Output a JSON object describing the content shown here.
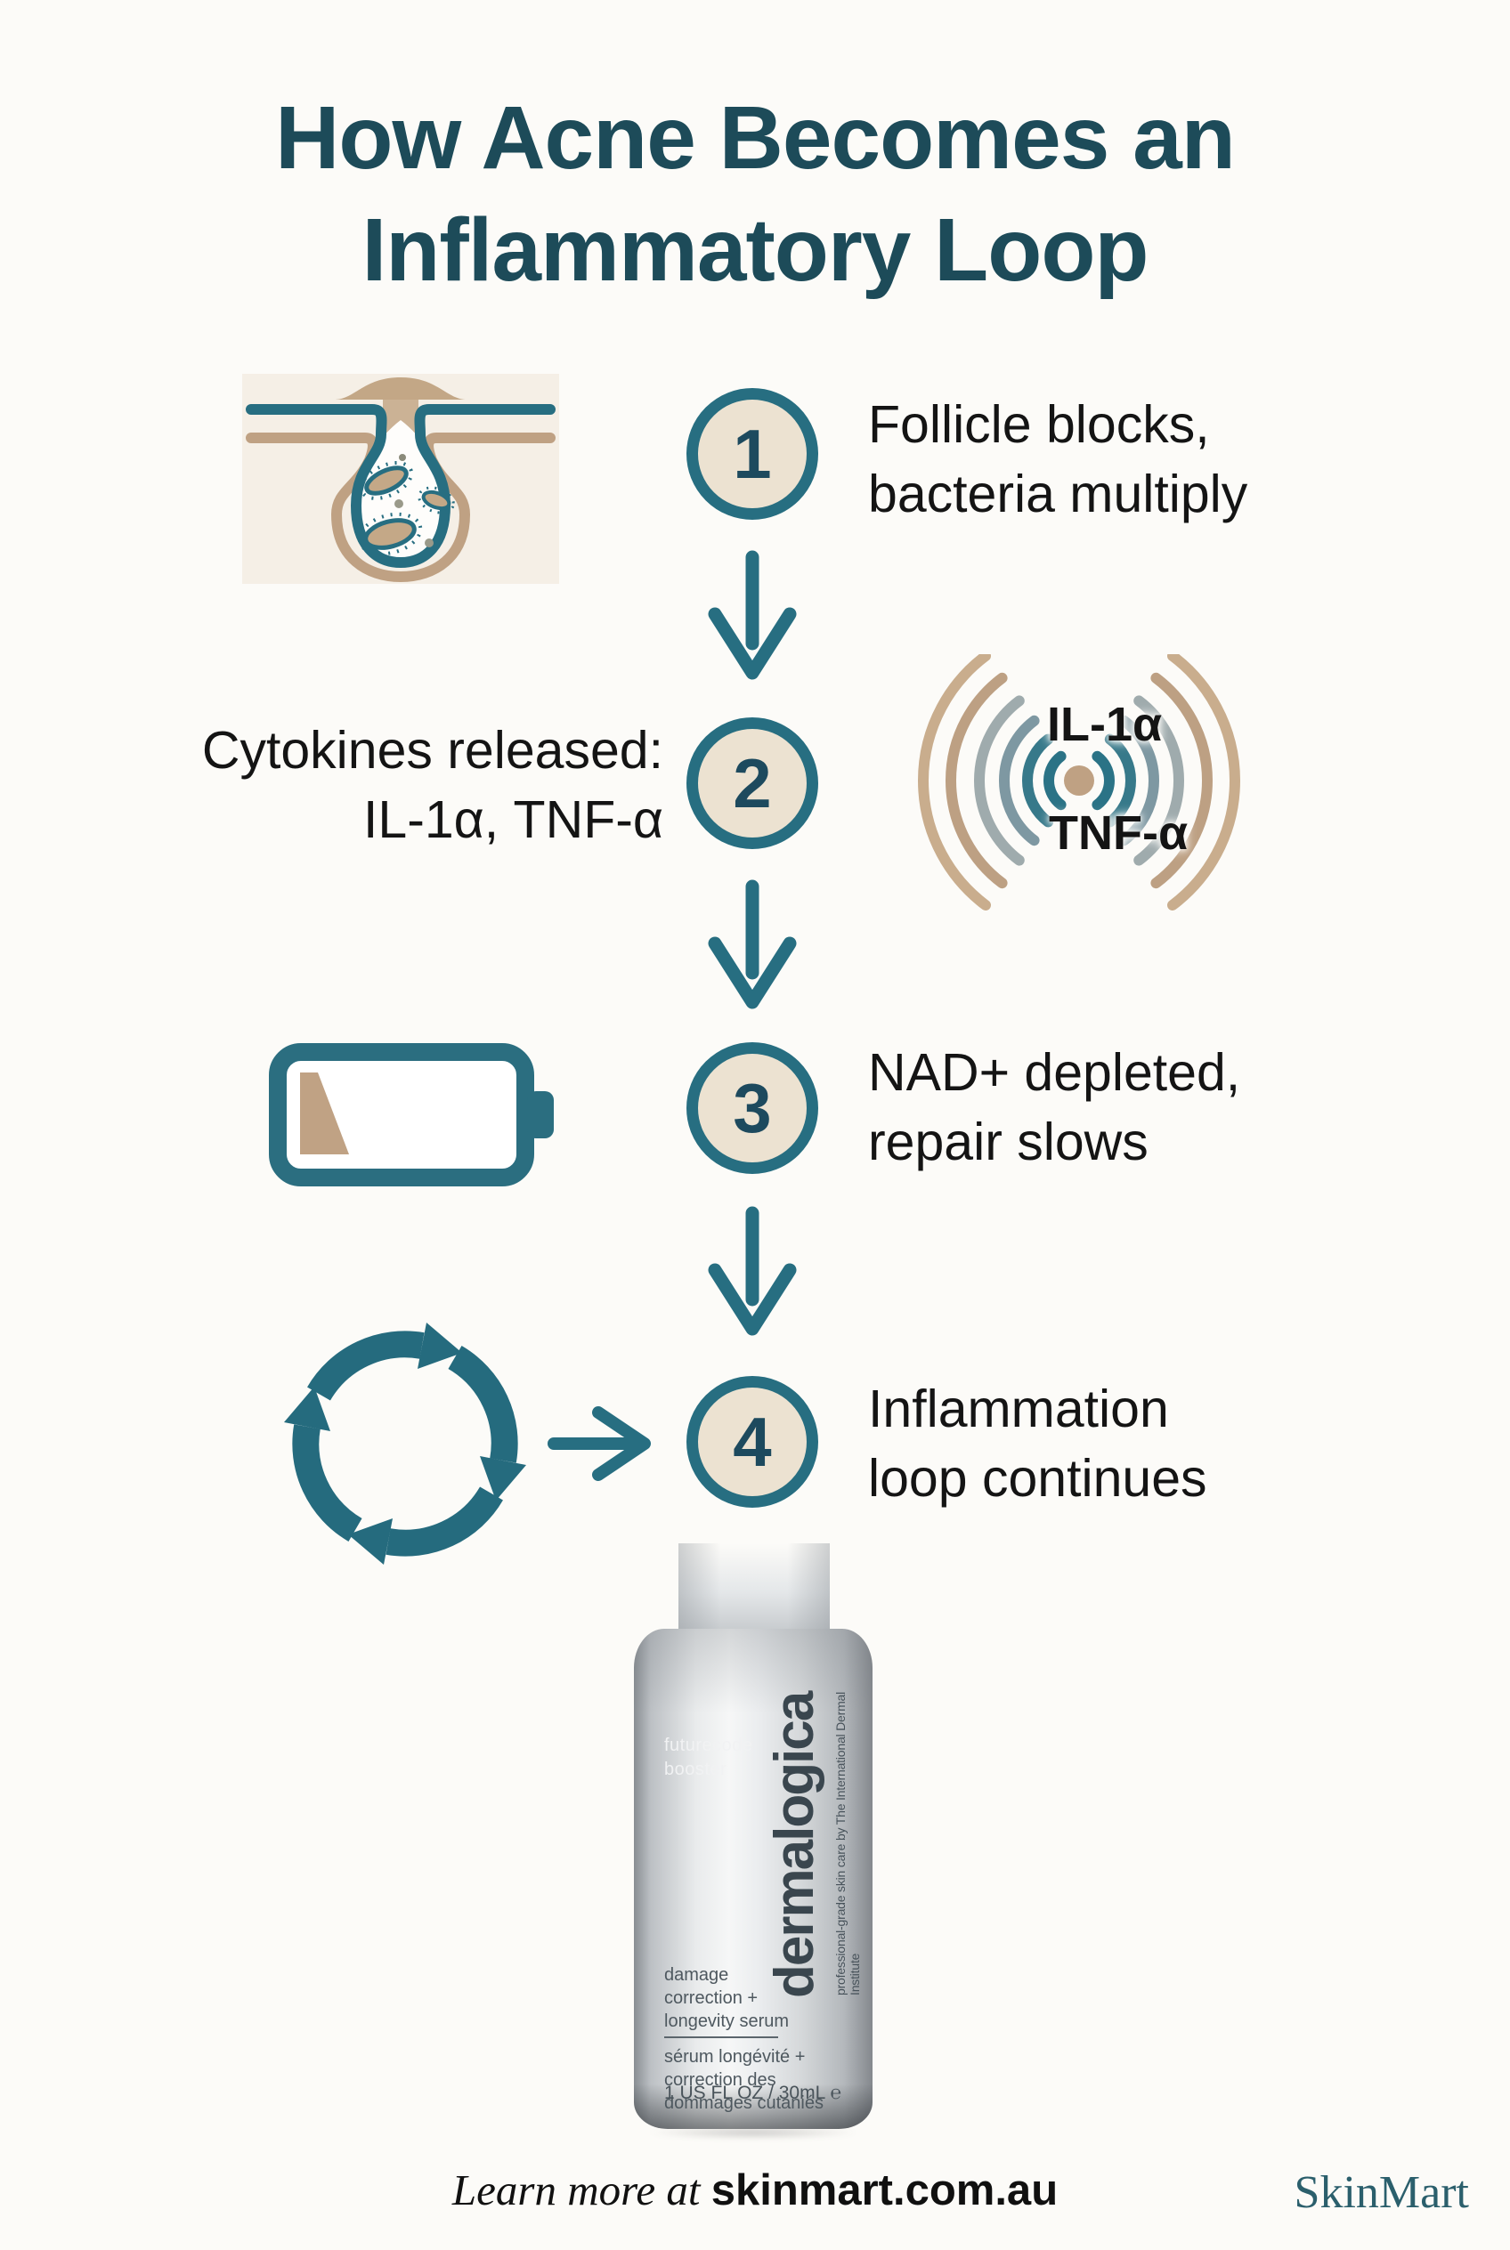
{
  "title": {
    "line1": "How Acne Becomes an",
    "line2": "Inflammatory Loop"
  },
  "steps": [
    {
      "number": "1",
      "line1": "Follicle blocks,",
      "line2": "bacteria multiply",
      "icon": "follicle-icon"
    },
    {
      "number": "2",
      "line1": "Cytokines released:",
      "line2": "IL-1α, TNF-α",
      "icon": "cytokine-signal-icon"
    },
    {
      "number": "3",
      "line1": "NAD+ depleted,",
      "line2": "repair slows",
      "icon": "battery-low-icon"
    },
    {
      "number": "4",
      "line1": "Inflammation",
      "line2": "loop continues",
      "icon": "loop-arrows-icon"
    }
  ],
  "cytokine_icon": {
    "label_top": "IL-1α",
    "label_bottom": "TNF-α"
  },
  "product": {
    "name_line1": "futurecode",
    "name_line2": "booster",
    "brand": "dermalogica",
    "brand_tagline": "professional-grade skin care by The International Dermal Institute",
    "desc_en_line1": "damage",
    "desc_en_line2": "correction +",
    "desc_en_line3": "longevity serum",
    "desc_fr_line1": "sérum longévité +",
    "desc_fr_line2": "correction des",
    "desc_fr_line3": "dommages cutaniés",
    "volume": "1 US FL OZ / 30mL ℮"
  },
  "footer": {
    "learn_more_prefix": "Learn more at ",
    "learn_more_link": "skinmart.com.au",
    "brand": "SkinMart"
  },
  "colors": {
    "teal": "#276e81",
    "title_teal": "#1d4b59",
    "number_teal": "#1d4a5e",
    "circle_beige": "#ece2d1",
    "tan": "#bfa183",
    "text_dark": "#141414",
    "brand_gray": "#3a464e"
  }
}
